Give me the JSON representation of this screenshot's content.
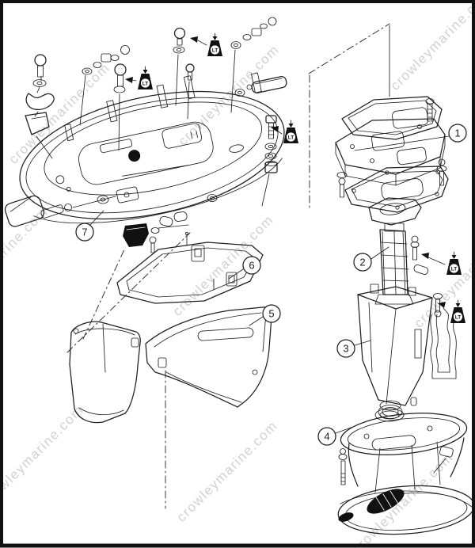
{
  "colors": {
    "background": "#ffffff",
    "line": "#1f1f1f",
    "watermark": "#c6c6c6",
    "marker_fill": "#111111",
    "border": "#111111"
  },
  "watermark": {
    "text": "crowleymarine.com"
  },
  "lt_marker": {
    "label": "LT"
  },
  "callouts": [
    {
      "number": "1"
    },
    {
      "number": "2"
    },
    {
      "number": "3"
    },
    {
      "number": "4"
    },
    {
      "number": "5"
    },
    {
      "number": "6"
    },
    {
      "number": "7"
    }
  ]
}
